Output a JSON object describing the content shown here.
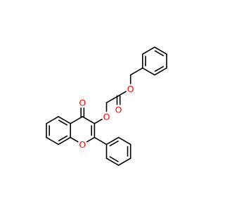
{
  "molecule": {
    "colors": {
      "bond": "#000000",
      "oxygen": "#ff0000",
      "background": "#ffffff"
    },
    "atoms": [
      {
        "id": "ring1-a",
        "symbol": ""
      },
      {
        "id": "ring1-b",
        "symbol": ""
      },
      {
        "id": "ring1-c",
        "symbol": ""
      },
      {
        "id": "ring1-d",
        "symbol": ""
      },
      {
        "id": "ring1-e",
        "symbol": ""
      },
      {
        "id": "ring1-f",
        "symbol": ""
      },
      {
        "id": "benzyl-ch2",
        "symbol": ""
      },
      {
        "id": "ester-o",
        "symbol": "O"
      },
      {
        "id": "carbonyl-c",
        "symbol": ""
      },
      {
        "id": "carbonyl-o",
        "symbol": "O"
      },
      {
        "id": "linker-ch2",
        "symbol": ""
      },
      {
        "id": "ether-o",
        "symbol": "O"
      },
      {
        "id": "c3",
        "symbol": ""
      },
      {
        "id": "c4",
        "symbol": ""
      },
      {
        "id": "ketone-o",
        "symbol": "O"
      },
      {
        "id": "c4a",
        "symbol": ""
      },
      {
        "id": "c5",
        "symbol": ""
      },
      {
        "id": "c6",
        "symbol": ""
      },
      {
        "id": "c7",
        "symbol": ""
      },
      {
        "id": "c8",
        "symbol": ""
      },
      {
        "id": "c8a",
        "symbol": ""
      },
      {
        "id": "ring-o",
        "symbol": "O"
      },
      {
        "id": "c2",
        "symbol": ""
      },
      {
        "id": "ph-ipso",
        "symbol": ""
      },
      {
        "id": "ph-o1",
        "symbol": ""
      },
      {
        "id": "ph-m1",
        "symbol": ""
      },
      {
        "id": "ph-p",
        "symbol": ""
      },
      {
        "id": "ph-m2",
        "symbol": ""
      },
      {
        "id": "ph-o2",
        "symbol": ""
      }
    ],
    "bonds": [
      {
        "a": "ring1-a",
        "b": "ring1-b",
        "order": 2
      },
      {
        "a": "ring1-b",
        "b": "ring1-c",
        "order": 1
      },
      {
        "a": "ring1-c",
        "b": "ring1-d",
        "order": 2
      },
      {
        "a": "ring1-d",
        "b": "ring1-e",
        "order": 1
      },
      {
        "a": "ring1-e",
        "b": "ring1-f",
        "order": 2
      },
      {
        "a": "ring1-f",
        "b": "ring1-a",
        "order": 1
      },
      {
        "a": "ring1-e",
        "b": "benzyl-ch2",
        "order": 1
      },
      {
        "a": "benzyl-ch2",
        "b": "ester-o",
        "order": 1
      },
      {
        "a": "ester-o",
        "b": "carbonyl-c",
        "order": 1
      },
      {
        "a": "carbonyl-c",
        "b": "carbonyl-o",
        "order": 2
      },
      {
        "a": "carbonyl-c",
        "b": "linker-ch2",
        "order": 1
      },
      {
        "a": "linker-ch2",
        "b": "ether-o",
        "order": 1
      },
      {
        "a": "ether-o",
        "b": "c3",
        "order": 1
      },
      {
        "a": "c3",
        "b": "c4",
        "order": 1
      },
      {
        "a": "c4",
        "b": "ketone-o",
        "order": 2
      },
      {
        "a": "c4",
        "b": "c4a",
        "order": 1
      },
      {
        "a": "c4a",
        "b": "c5",
        "order": 2
      },
      {
        "a": "c5",
        "b": "c6",
        "order": 1
      },
      {
        "a": "c6",
        "b": "c7",
        "order": 2
      },
      {
        "a": "c7",
        "b": "c8",
        "order": 1
      },
      {
        "a": "c8",
        "b": "c8a",
        "order": 2
      },
      {
        "a": "c8a",
        "b": "c4a",
        "order": 1
      },
      {
        "a": "c8a",
        "b": "ring-o",
        "order": 1
      },
      {
        "a": "ring-o",
        "b": "c2",
        "order": 1
      },
      {
        "a": "c2",
        "b": "c3",
        "order": 2
      },
      {
        "a": "c2",
        "b": "ph-ipso",
        "order": 1
      },
      {
        "a": "ph-ipso",
        "b": "ph-o1",
        "order": 2
      },
      {
        "a": "ph-o1",
        "b": "ph-m1",
        "order": 1
      },
      {
        "a": "ph-m1",
        "b": "ph-p",
        "order": 2
      },
      {
        "a": "ph-p",
        "b": "ph-m2",
        "order": 1
      },
      {
        "a": "ph-m2",
        "b": "ph-o2",
        "order": 2
      },
      {
        "a": "ph-o2",
        "b": "ph-ipso",
        "order": 1
      }
    ]
  }
}
